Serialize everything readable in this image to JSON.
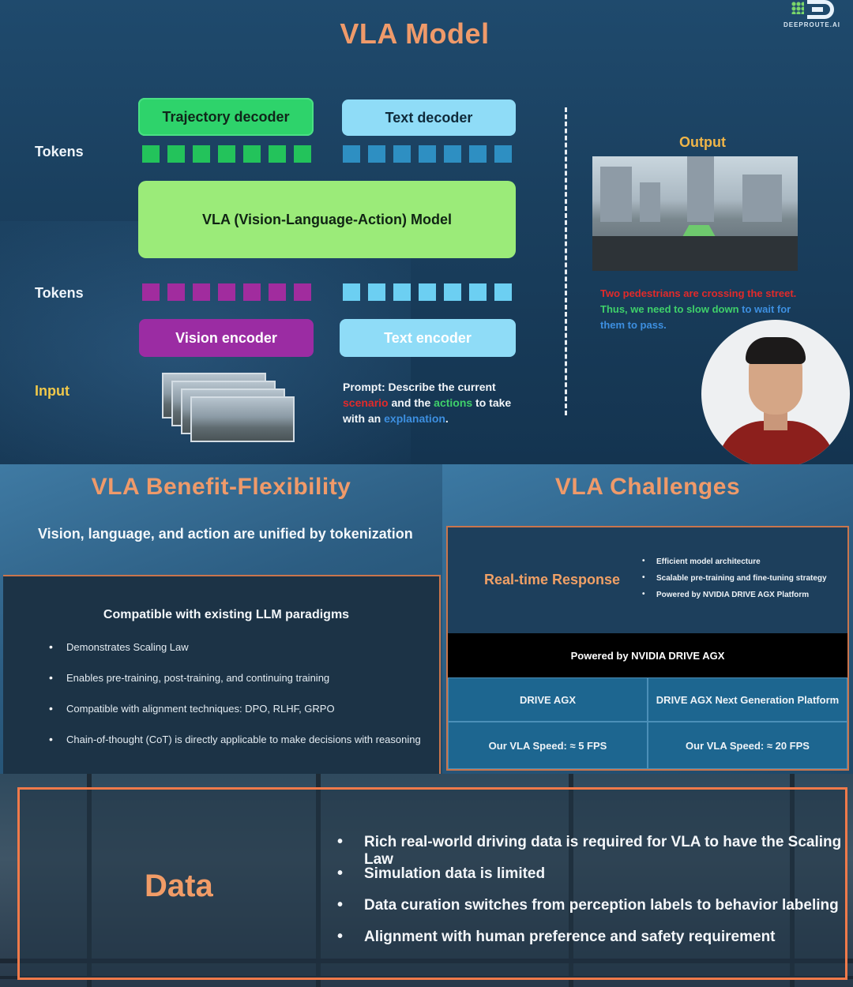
{
  "model": {
    "title": "VLA Model",
    "brand": "DEEPROUTE.AI",
    "tokens_top_label": "Tokens",
    "tokens_bottom_label": "Tokens",
    "input_label": "Input",
    "trajectory_decoder": "Trajectory decoder",
    "text_decoder": "Text decoder",
    "vla_model": "VLA (Vision-Language-Action) Model",
    "vision_encoder": "Vision encoder",
    "text_encoder": "Text encoder",
    "prompt": {
      "p1": "Prompt: Describe the current ",
      "p2": "scenario",
      "p3": " and the ",
      "p4": "actions",
      "p5": " to take with an ",
      "p6": "explanation",
      "p7": "."
    },
    "output_label": "Output",
    "explanation": {
      "line1": "Two pedestrians are crossing the street.",
      "line2a": "Thus, we need to slow down ",
      "line2b": "to wait for them to pass."
    },
    "colors": {
      "trajectory": "#2ed36b",
      "text_box": "#8fdcf7",
      "vla": "#9beb79",
      "vision": "#9b2ca3",
      "accent_title": "#ef9a6a",
      "output": "#f0b548"
    }
  },
  "flex": {
    "title": "VLA Benefit-Flexibility",
    "subtitle": "Vision, language, and action are unified by tokenization",
    "box_title": "Compatible with existing LLM paradigms",
    "bullets": [
      "Demonstrates Scaling Law",
      "Enables pre-training, post-training, and continuing training",
      "Compatible with alignment techniques: DPO, RLHF, GRPO",
      "Chain-of-thought (CoT) is directly applicable to make decisions with reasoning"
    ]
  },
  "challenges": {
    "title": "VLA Challenges",
    "realtime_label": "Real-time Response",
    "realtime_bullets": [
      "Efficient model architecture",
      "Scalable pre-training and fine-tuning strategy",
      "Powered by NVIDIA DRIVE AGX Platform"
    ],
    "powered_by": "Powered by NVIDIA DRIVE AGX",
    "col1_header": "DRIVE AGX",
    "col2_header": "DRIVE AGX Next Generation Platform",
    "col1_speed": "Our VLA Speed: ≈ 5 FPS",
    "col2_speed": "Our VLA Speed: ≈ 20 FPS"
  },
  "data": {
    "label": "Data",
    "bullets": [
      "Rich real-world driving data is required for VLA to have the Scaling Law",
      "Simulation data is limited",
      "Data curation switches from perception labels to behavior labeling",
      "Alignment with human preference and safety requirement"
    ]
  }
}
